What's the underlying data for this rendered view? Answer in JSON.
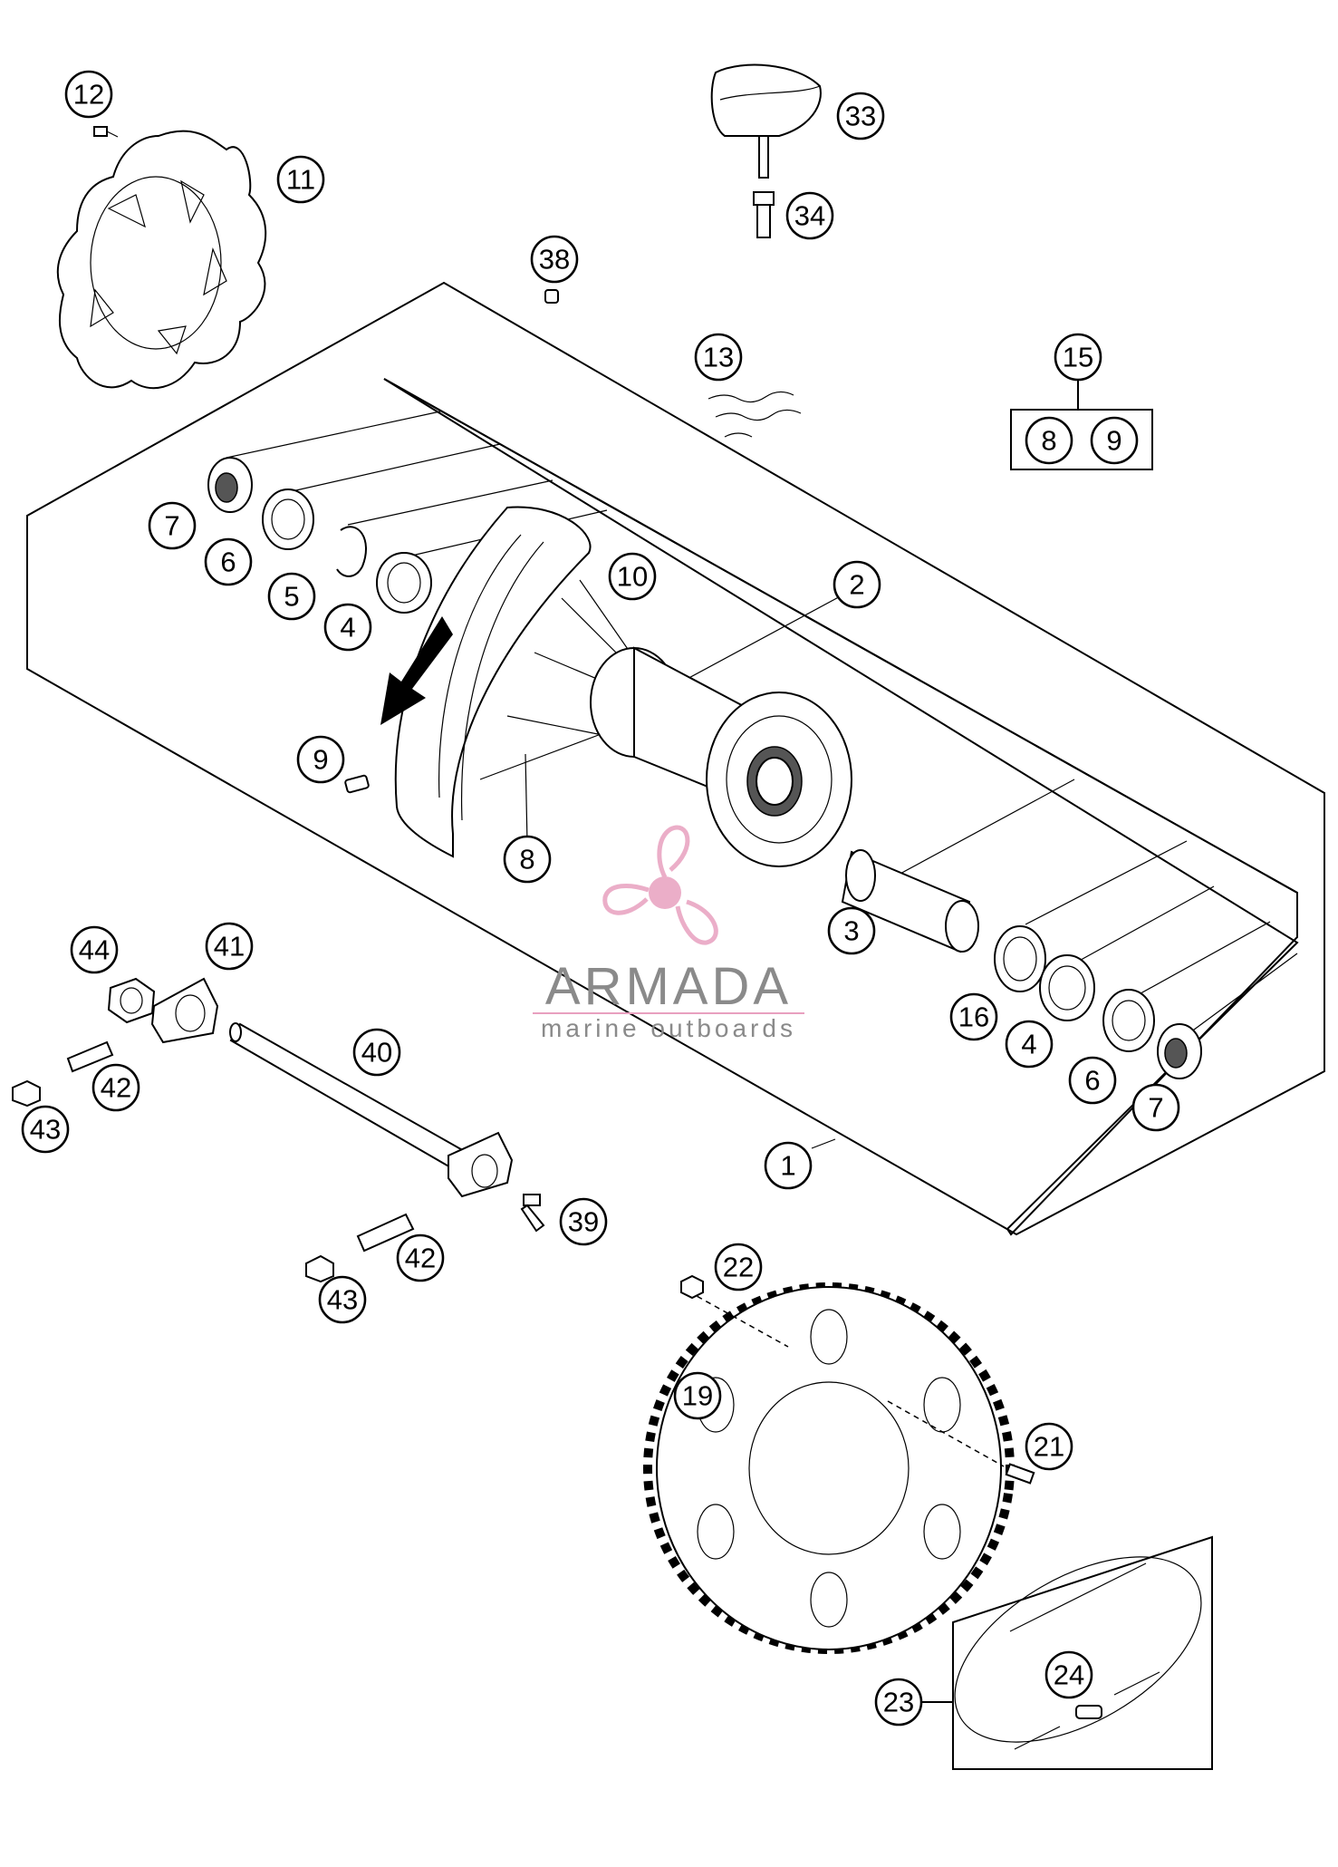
{
  "watermark": {
    "brand": "ARMADA",
    "tagline": "marine outboards",
    "brand_color": "#8a8a8a",
    "logo_color": "#e8a0bf"
  },
  "callouts": [
    {
      "id": "c12",
      "label": "12"
    },
    {
      "id": "c11",
      "label": "11"
    },
    {
      "id": "c33",
      "label": "33"
    },
    {
      "id": "c34",
      "label": "34"
    },
    {
      "id": "c38",
      "label": "38"
    },
    {
      "id": "c13",
      "label": "13"
    },
    {
      "id": "c15",
      "label": "15"
    },
    {
      "id": "c15a",
      "label": "8"
    },
    {
      "id": "c15b",
      "label": "9"
    },
    {
      "id": "c7a",
      "label": "7"
    },
    {
      "id": "c6a",
      "label": "6"
    },
    {
      "id": "c5",
      "label": "5"
    },
    {
      "id": "c4a",
      "label": "4"
    },
    {
      "id": "c10",
      "label": "10"
    },
    {
      "id": "c2",
      "label": "2"
    },
    {
      "id": "c9",
      "label": "9"
    },
    {
      "id": "c8",
      "label": "8"
    },
    {
      "id": "c3",
      "label": "3"
    },
    {
      "id": "c16",
      "label": "16"
    },
    {
      "id": "c4b",
      "label": "4"
    },
    {
      "id": "c6b",
      "label": "6"
    },
    {
      "id": "c7b",
      "label": "7"
    },
    {
      "id": "c1",
      "label": "1"
    },
    {
      "id": "c44",
      "label": "44"
    },
    {
      "id": "c41",
      "label": "41"
    },
    {
      "id": "c40",
      "label": "40"
    },
    {
      "id": "c42a",
      "label": "42"
    },
    {
      "id": "c43a",
      "label": "43"
    },
    {
      "id": "c39",
      "label": "39"
    },
    {
      "id": "c42b",
      "label": "42"
    },
    {
      "id": "c43b",
      "label": "43"
    },
    {
      "id": "c22",
      "label": "22"
    },
    {
      "id": "c19",
      "label": "19"
    },
    {
      "id": "c21",
      "label": "21"
    },
    {
      "id": "c24",
      "label": "24"
    },
    {
      "id": "c23",
      "label": "23"
    }
  ]
}
